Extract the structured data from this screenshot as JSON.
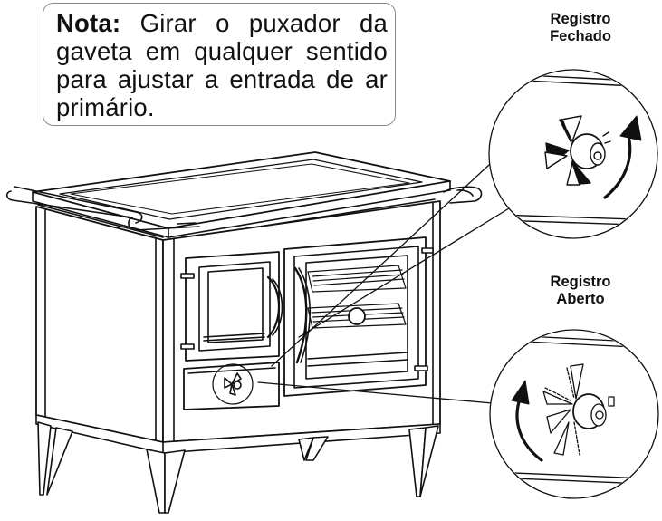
{
  "note": {
    "bold": "Nota:",
    "text": " Girar o puxador da gaveta em qualquer sentido para ajustar a entrada de ar primário."
  },
  "labels": {
    "closed": {
      "line1": "Registro",
      "line2": "Fechado"
    },
    "open": {
      "line1": "Registro",
      "line2": "Aberto"
    }
  },
  "icons": [
    "arrow-clockwise-icon",
    "arrow-counterclockwise-icon"
  ]
}
